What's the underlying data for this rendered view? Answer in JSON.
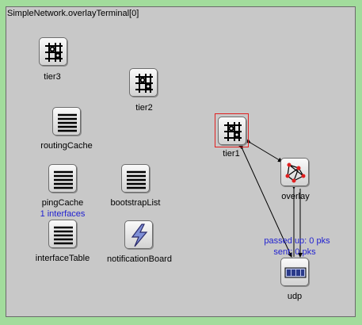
{
  "window": {
    "title": "SimpleNetwork.overlayTerminal[0]"
  },
  "modules": {
    "tier3": {
      "name": "tier3",
      "icon": "puzzle-icon"
    },
    "tier2": {
      "name": "tier2",
      "icon": "puzzle-icon"
    },
    "tier1": {
      "name": "tier1",
      "icon": "puzzle-icon"
    },
    "routingCache": {
      "name": "routingCache",
      "icon": "list-icon"
    },
    "pingCache": {
      "name": "pingCache",
      "icon": "list-icon",
      "status": "1 interfaces"
    },
    "bootstrapList": {
      "name": "bootstrapList",
      "icon": "list-icon"
    },
    "interfaceTable": {
      "name": "interfaceTable",
      "icon": "list-icon"
    },
    "notificationBoard": {
      "name": "notificationBoard",
      "icon": "lightning-icon"
    },
    "overlay": {
      "name": "overlay",
      "icon": "network-graph-icon"
    },
    "udp": {
      "name": "udp",
      "icon": "queue-icon"
    }
  },
  "status": {
    "passed_up": "passed up: 0 pks",
    "sent": "sent: 0 pks"
  },
  "colors": {
    "background": "#a2dc9c",
    "canvas": "#c8c8c8",
    "selection": "#e02020",
    "status_text": "#1f1fd0"
  }
}
